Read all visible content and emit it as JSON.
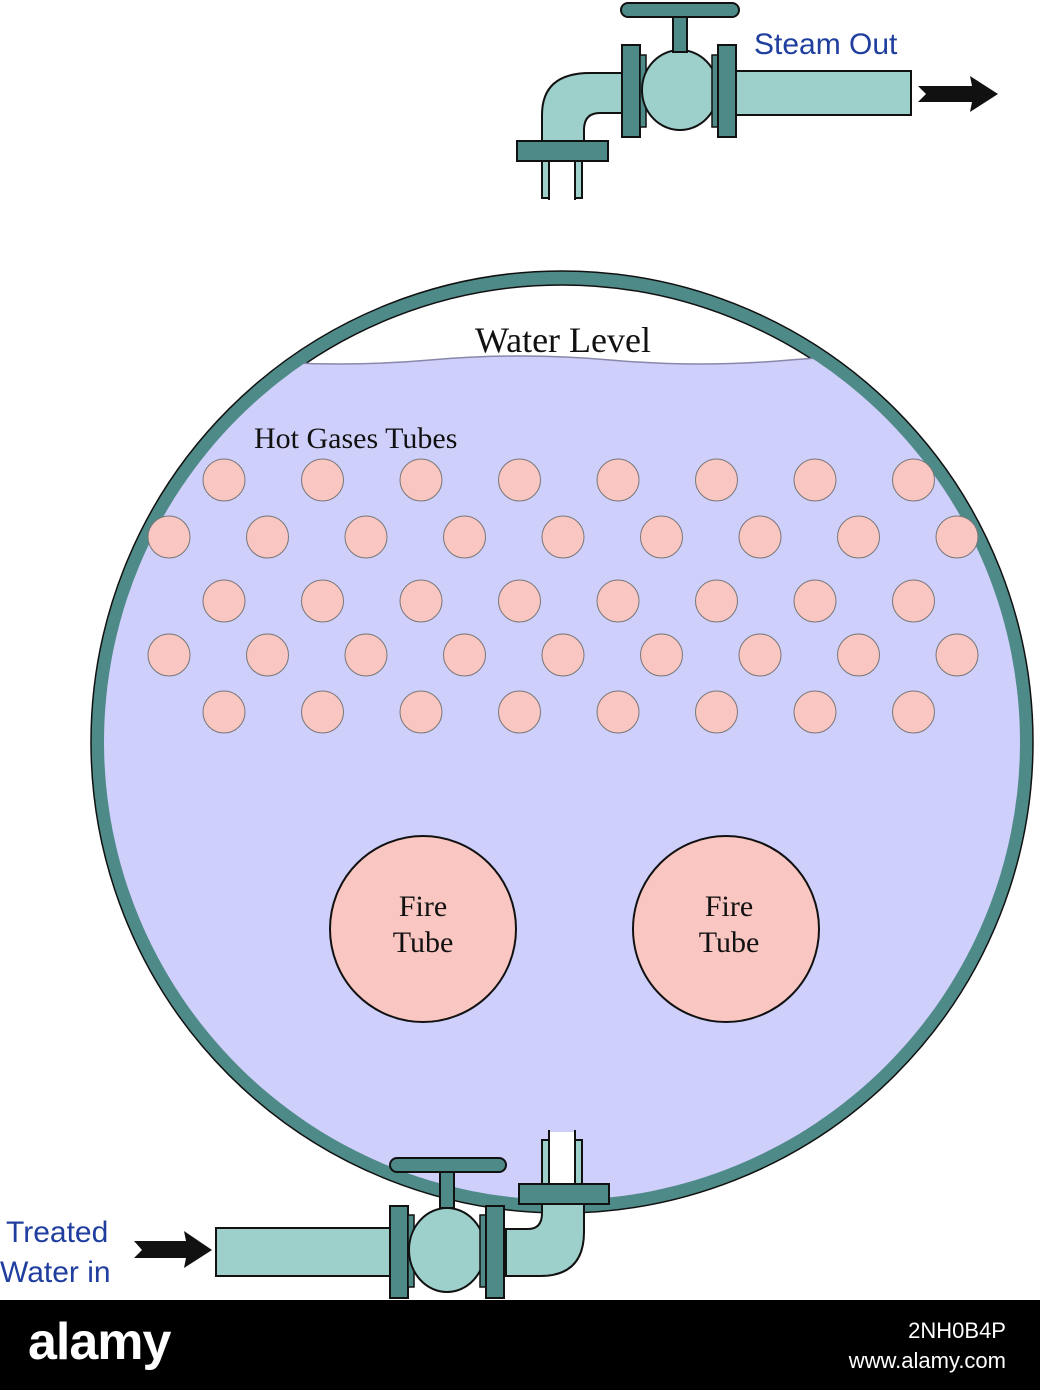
{
  "labels": {
    "steam_out": "Steam Out",
    "water_level": "Water Level",
    "hot_gases_tubes": "Hot Gases Tubes",
    "treated_water_line1": "Treated",
    "treated_water_line2": "Water in",
    "fire_tube_line1": "Fire",
    "fire_tube_line2": "Tube"
  },
  "fire_tubes": [
    {
      "label_line1": "Fire",
      "label_line2": "Tube"
    },
    {
      "label_line1": "Fire",
      "label_line2": "Tube"
    }
  ],
  "hot_gas_tube_rows": [
    8,
    9,
    8,
    9,
    8
  ],
  "colors": {
    "shell": "#4e8a88",
    "pipe": "#9dcfcb",
    "water": "#cfcffb",
    "tube": "#f9c6c2",
    "label_blue": "#1f3e9e"
  },
  "footer": {
    "brand": "alamy",
    "image_id": "2NH0B4P",
    "site": "www.alamy.com"
  }
}
